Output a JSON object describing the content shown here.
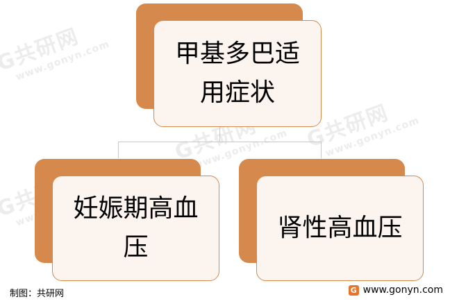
{
  "diagram": {
    "root": {
      "label": "甲基多巴适用症状"
    },
    "children": [
      {
        "label": "妊娠期高血压"
      },
      {
        "label": "肾性高血压"
      }
    ]
  },
  "watermark": {
    "brand": "共研网",
    "url": "www.gonyn.com"
  },
  "footer": {
    "source": "制图：共研网",
    "website": "www.gonyn.com",
    "logo_glyph": "G"
  },
  "colors": {
    "accent": "#d6894c",
    "card_fill": "#fcf4ef",
    "connector": "#c8c8c8"
  }
}
